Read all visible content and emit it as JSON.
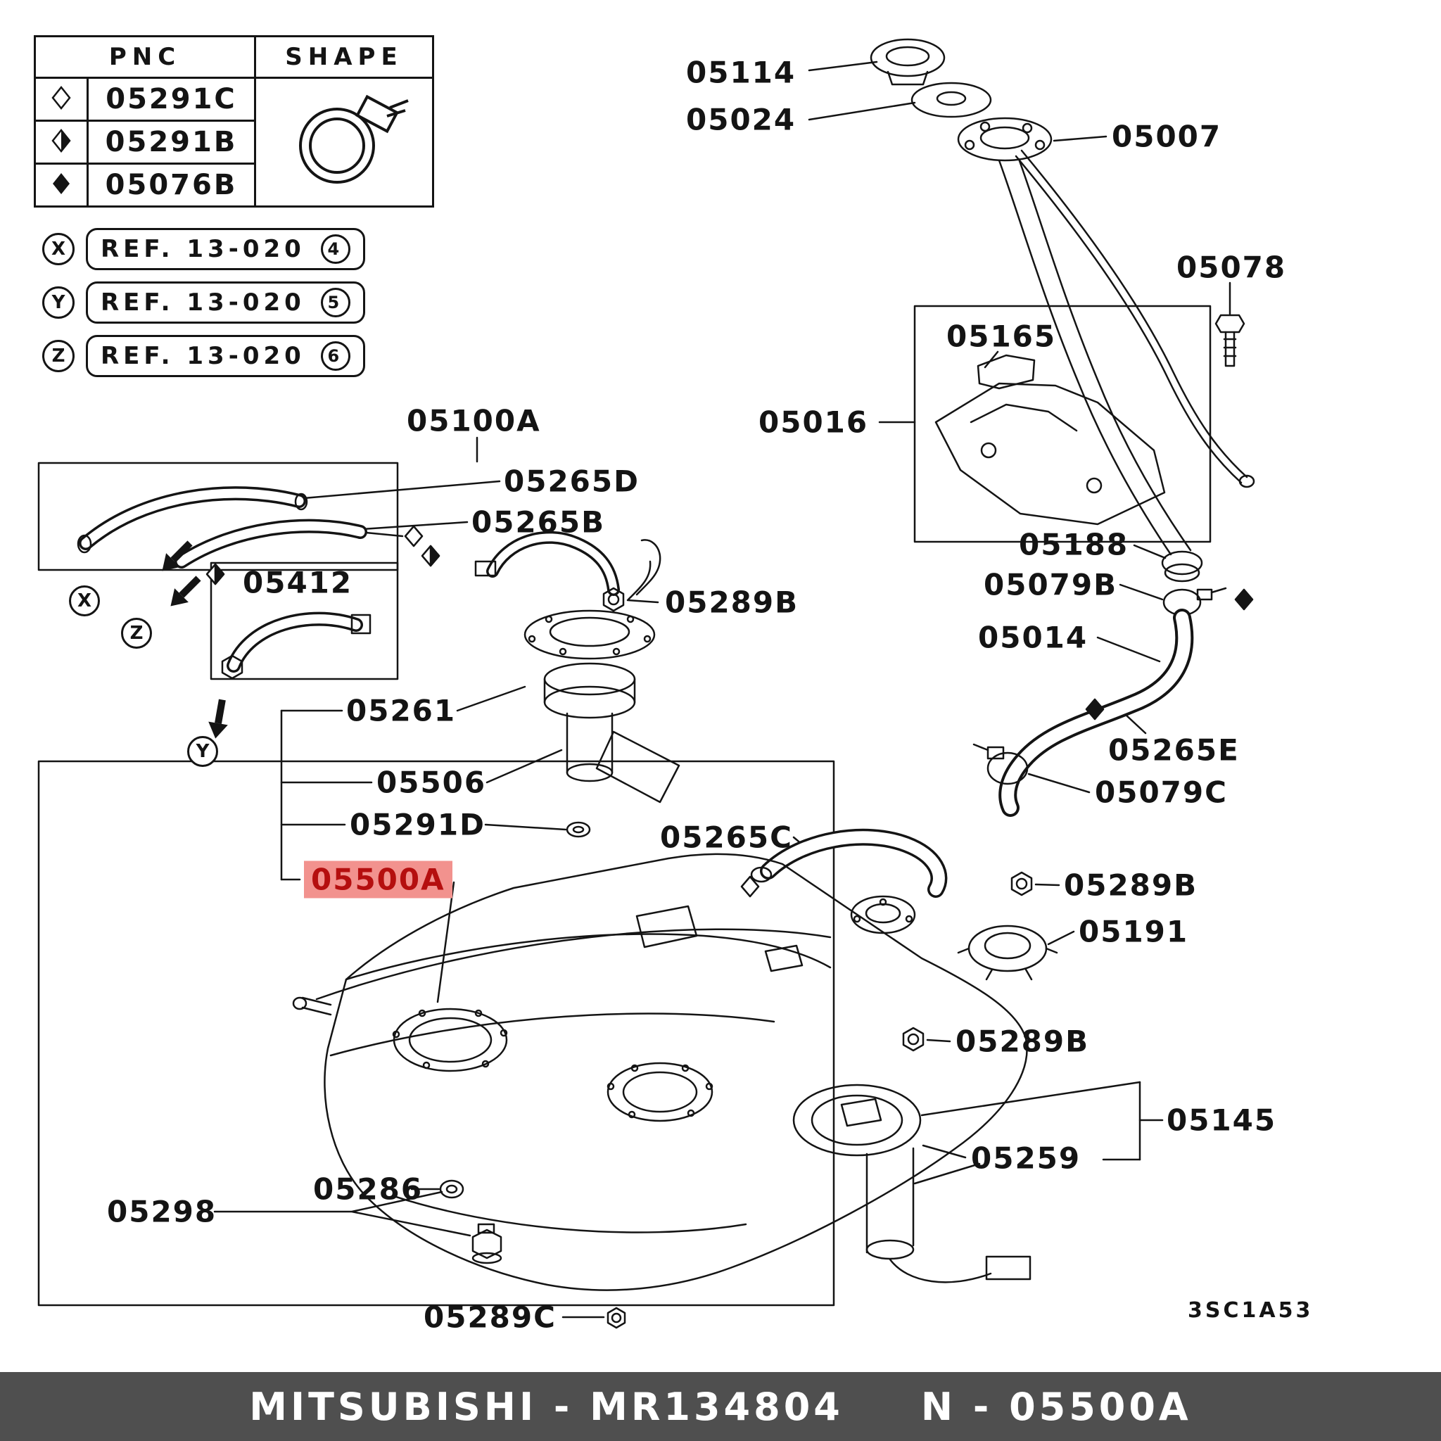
{
  "colors": {
    "highlight_bg": "#f2928e",
    "highlight_text": "#b50f0f",
    "footer_bg": "#4f4f4f",
    "footer_text": "#ffffff",
    "line": "#141414"
  },
  "legend_table": {
    "pnc_header": "PNC",
    "shape_header": "SHAPE",
    "rows": [
      {
        "symbol": "diamond-outline",
        "pnc": "05291C"
      },
      {
        "symbol": "diamond-half",
        "pnc": "05291B"
      },
      {
        "symbol": "diamond-filled",
        "pnc": "05076B"
      }
    ],
    "shape_drawing": "hose-clamp"
  },
  "references": [
    {
      "letter": "X",
      "text": "REF. 13-020",
      "number": "4"
    },
    {
      "letter": "Y",
      "text": "REF. 13-020",
      "number": "5"
    },
    {
      "letter": "Z",
      "text": "REF. 13-020",
      "number": "6"
    }
  ],
  "callouts": [
    "X",
    "Z",
    "Y"
  ],
  "part_labels": [
    {
      "text": "05114"
    },
    {
      "text": "05024"
    },
    {
      "text": "05007"
    },
    {
      "text": "05078"
    },
    {
      "text": "05165"
    },
    {
      "text": "05016"
    },
    {
      "text": "05100A"
    },
    {
      "text": "05265D"
    },
    {
      "text": "05265B"
    },
    {
      "text": "05412"
    },
    {
      "text": "05289B"
    },
    {
      "text": "05188"
    },
    {
      "text": "05079B"
    },
    {
      "text": "05014"
    },
    {
      "text": "05261"
    },
    {
      "text": "05506"
    },
    {
      "text": "05291D"
    },
    {
      "text": "05500A",
      "highlighted": true
    },
    {
      "text": "05265C"
    },
    {
      "text": "05265E"
    },
    {
      "text": "05079C"
    },
    {
      "text": "05289B"
    },
    {
      "text": "05191"
    },
    {
      "text": "05289B"
    },
    {
      "text": "05145"
    },
    {
      "text": "05259"
    },
    {
      "text": "05286"
    },
    {
      "text": "05298"
    },
    {
      "text": "05289C"
    }
  ],
  "diagram_code": "3SC1A53",
  "footer": {
    "left": "MITSUBISHI - MR134804",
    "right": "N - 05500A"
  }
}
